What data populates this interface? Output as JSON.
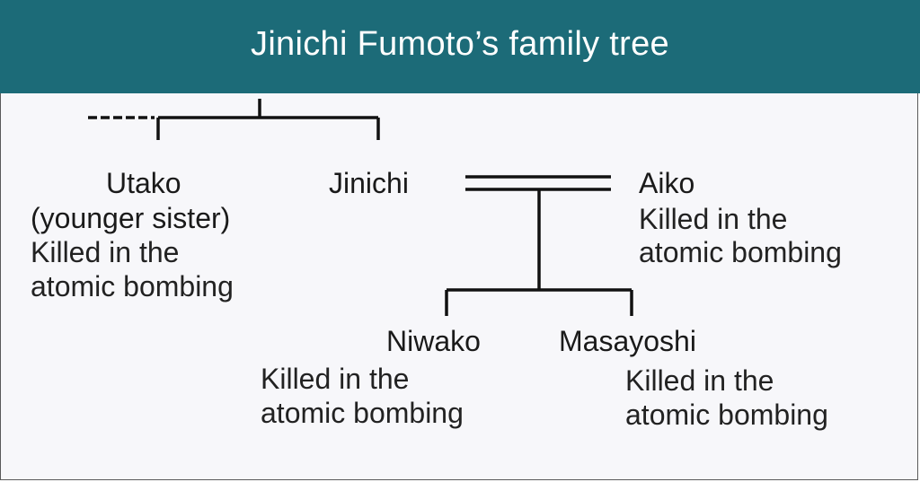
{
  "title": "Jinichi Fumoto’s family tree",
  "colors": {
    "header": "#1c6b78",
    "panel": "#f7f7fa",
    "line": "#111111"
  },
  "people": {
    "utako": {
      "name": "Utako",
      "relation": "(younger sister)",
      "note_line1": "Killed in the",
      "note_line2": "atomic bombing"
    },
    "jinichi": {
      "name": "Jinichi"
    },
    "aiko": {
      "name": "Aiko",
      "note_line1": "Killed in the",
      "note_line2": "atomic bombing"
    },
    "niwako": {
      "name": "Niwako",
      "note_line1": "Killed in the",
      "note_line2": "atomic bombing"
    },
    "masayoshi": {
      "name": "Masayoshi",
      "note_line1": "Killed in the",
      "note_line2": "atomic bombing"
    }
  }
}
